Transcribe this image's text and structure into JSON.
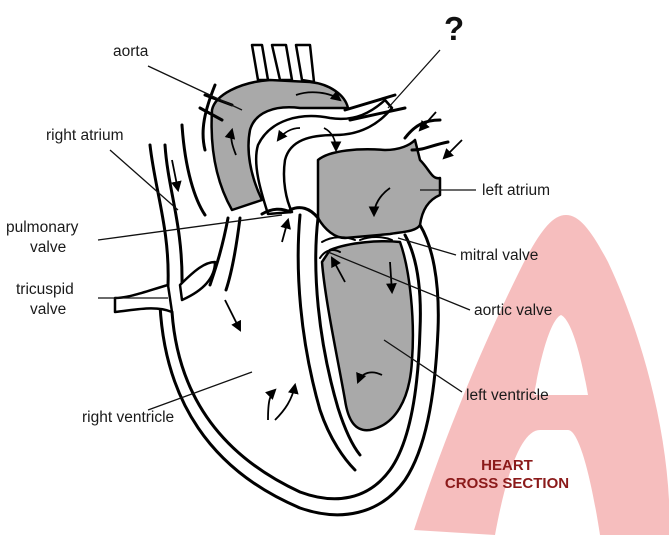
{
  "question_mark": "?",
  "labels": {
    "aorta": "aorta",
    "right_atrium": "right atrium",
    "pulmonary_valve_1": "pulmonary",
    "pulmonary_valve_2": "valve",
    "tricuspid_valve_1": "tricuspid",
    "tricuspid_valve_2": "valve",
    "right_ventricle": "right ventricle",
    "left_atrium": "left atrium",
    "mitral_valve": "mitral valve",
    "aortic_valve": "aortic valve",
    "left_ventricle": "left ventricle"
  },
  "watermark": {
    "line1": "HEART",
    "line2": "CROSS SECTION",
    "color": "#f2a4a4"
  },
  "colors": {
    "oxygenated_fill": "#a9a9a9",
    "outline": "#000000"
  }
}
